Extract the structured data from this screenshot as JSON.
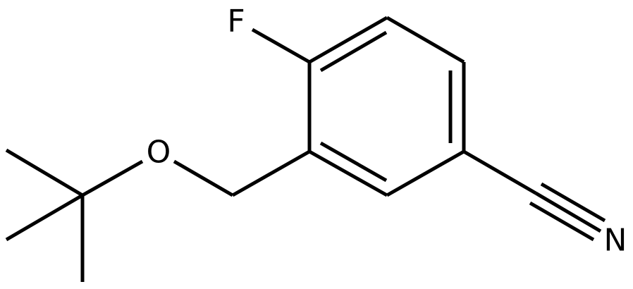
{
  "molecule": {
    "atoms": {
      "fluorine": "F",
      "oxygen": "O",
      "nitrogen": "N"
    },
    "bond_color": "#000000",
    "background": "#ffffff"
  }
}
